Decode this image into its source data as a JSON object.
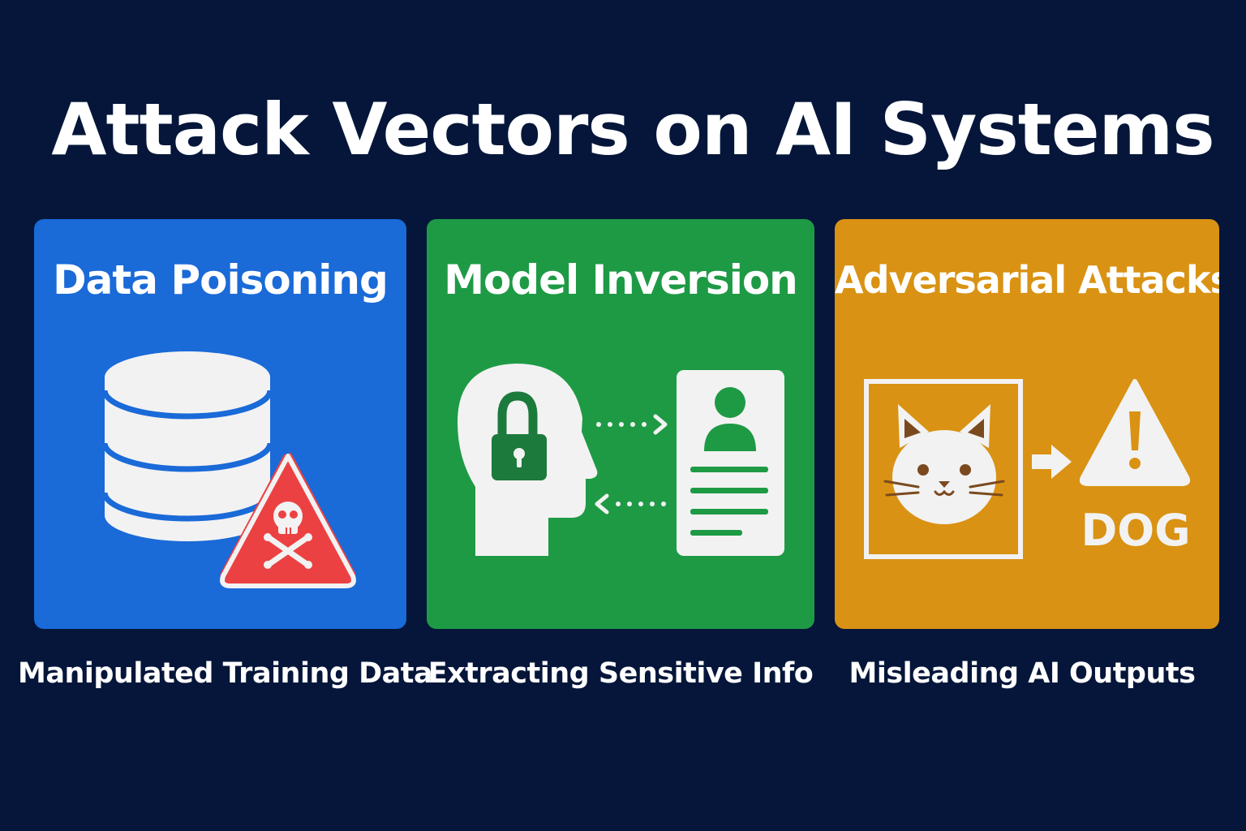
{
  "title": "Attack Vectors on AI Systems",
  "colors": {
    "background": "#05163a",
    "data_poisoning": "#1a6ad8",
    "model_inversion": "#1e9a45",
    "adversarial_attacks": "#d99213",
    "icon_light": "#f2f2f2",
    "warning_red": "#ec4143",
    "lock_green": "#1c7a3c",
    "cat_brown": "#7a4a1e"
  },
  "cards": [
    {
      "title": "Data Poisoning",
      "caption": "Manipulated Training Data",
      "icons": [
        "database-icon",
        "skull-warning-icon"
      ]
    },
    {
      "title": "Model Inversion",
      "caption": "Extracting Sensitive Info",
      "icons": [
        "head-lock-icon",
        "arrow-right-dotted-icon",
        "arrow-left-dotted-icon",
        "id-card-icon"
      ]
    },
    {
      "title": "Adversarial Attacks",
      "caption": "Misleading AI Outputs",
      "label": "DOG",
      "icons": [
        "cat-image-icon",
        "arrow-right-icon",
        "warning-icon"
      ]
    }
  ]
}
